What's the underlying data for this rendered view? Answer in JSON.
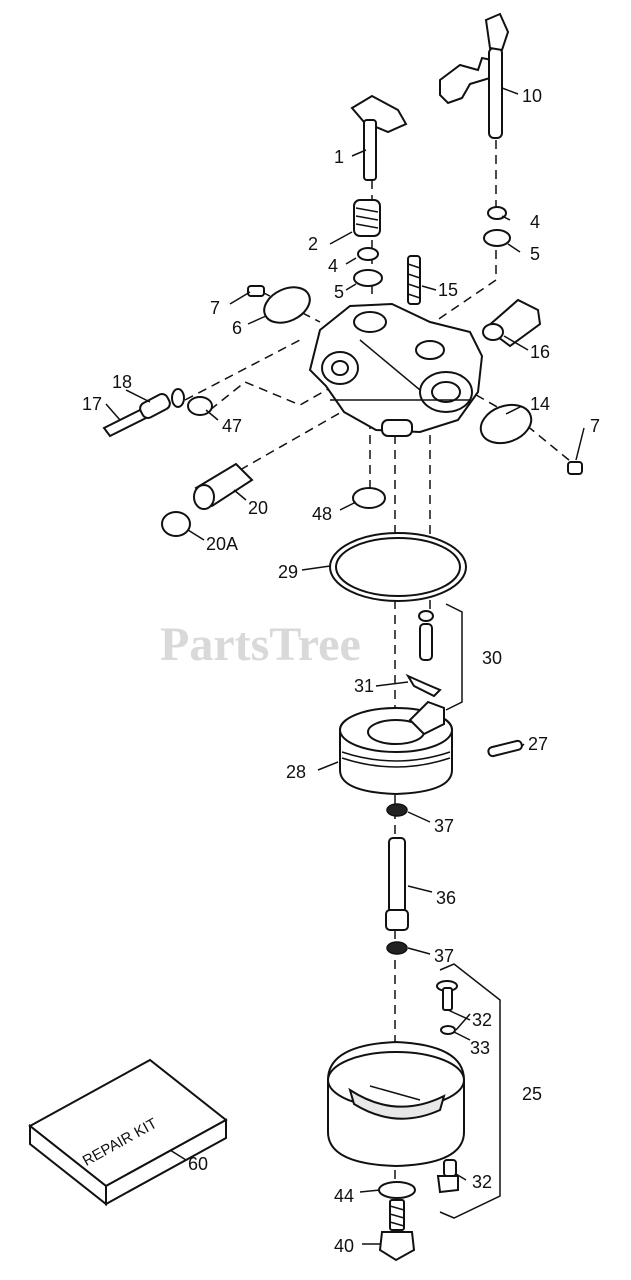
{
  "watermark": "PartsTree",
  "repair_kit_text": "REPAIR KIT",
  "callouts": [
    {
      "id": "c1",
      "label": "1"
    },
    {
      "id": "c2",
      "label": "2"
    },
    {
      "id": "c4a",
      "label": "4"
    },
    {
      "id": "c4b",
      "label": "4"
    },
    {
      "id": "c5a",
      "label": "5"
    },
    {
      "id": "c5b",
      "label": "5"
    },
    {
      "id": "c6",
      "label": "6"
    },
    {
      "id": "c7a",
      "label": "7"
    },
    {
      "id": "c7b",
      "label": "7"
    },
    {
      "id": "c10",
      "label": "10"
    },
    {
      "id": "c14",
      "label": "14"
    },
    {
      "id": "c15",
      "label": "15"
    },
    {
      "id": "c16",
      "label": "16"
    },
    {
      "id": "c17",
      "label": "17"
    },
    {
      "id": "c18",
      "label": "18"
    },
    {
      "id": "c20",
      "label": "20"
    },
    {
      "id": "c20a",
      "label": "20A"
    },
    {
      "id": "c25",
      "label": "25"
    },
    {
      "id": "c27",
      "label": "27"
    },
    {
      "id": "c28",
      "label": "28"
    },
    {
      "id": "c29",
      "label": "29"
    },
    {
      "id": "c30",
      "label": "30"
    },
    {
      "id": "c31",
      "label": "31"
    },
    {
      "id": "c32a",
      "label": "32"
    },
    {
      "id": "c32b",
      "label": "32"
    },
    {
      "id": "c33",
      "label": "33"
    },
    {
      "id": "c36",
      "label": "36"
    },
    {
      "id": "c37a",
      "label": "37"
    },
    {
      "id": "c37b",
      "label": "37"
    },
    {
      "id": "c40",
      "label": "40"
    },
    {
      "id": "c44",
      "label": "44"
    },
    {
      "id": "c47",
      "label": "47"
    },
    {
      "id": "c48",
      "label": "48"
    },
    {
      "id": "c60",
      "label": "60"
    }
  ]
}
